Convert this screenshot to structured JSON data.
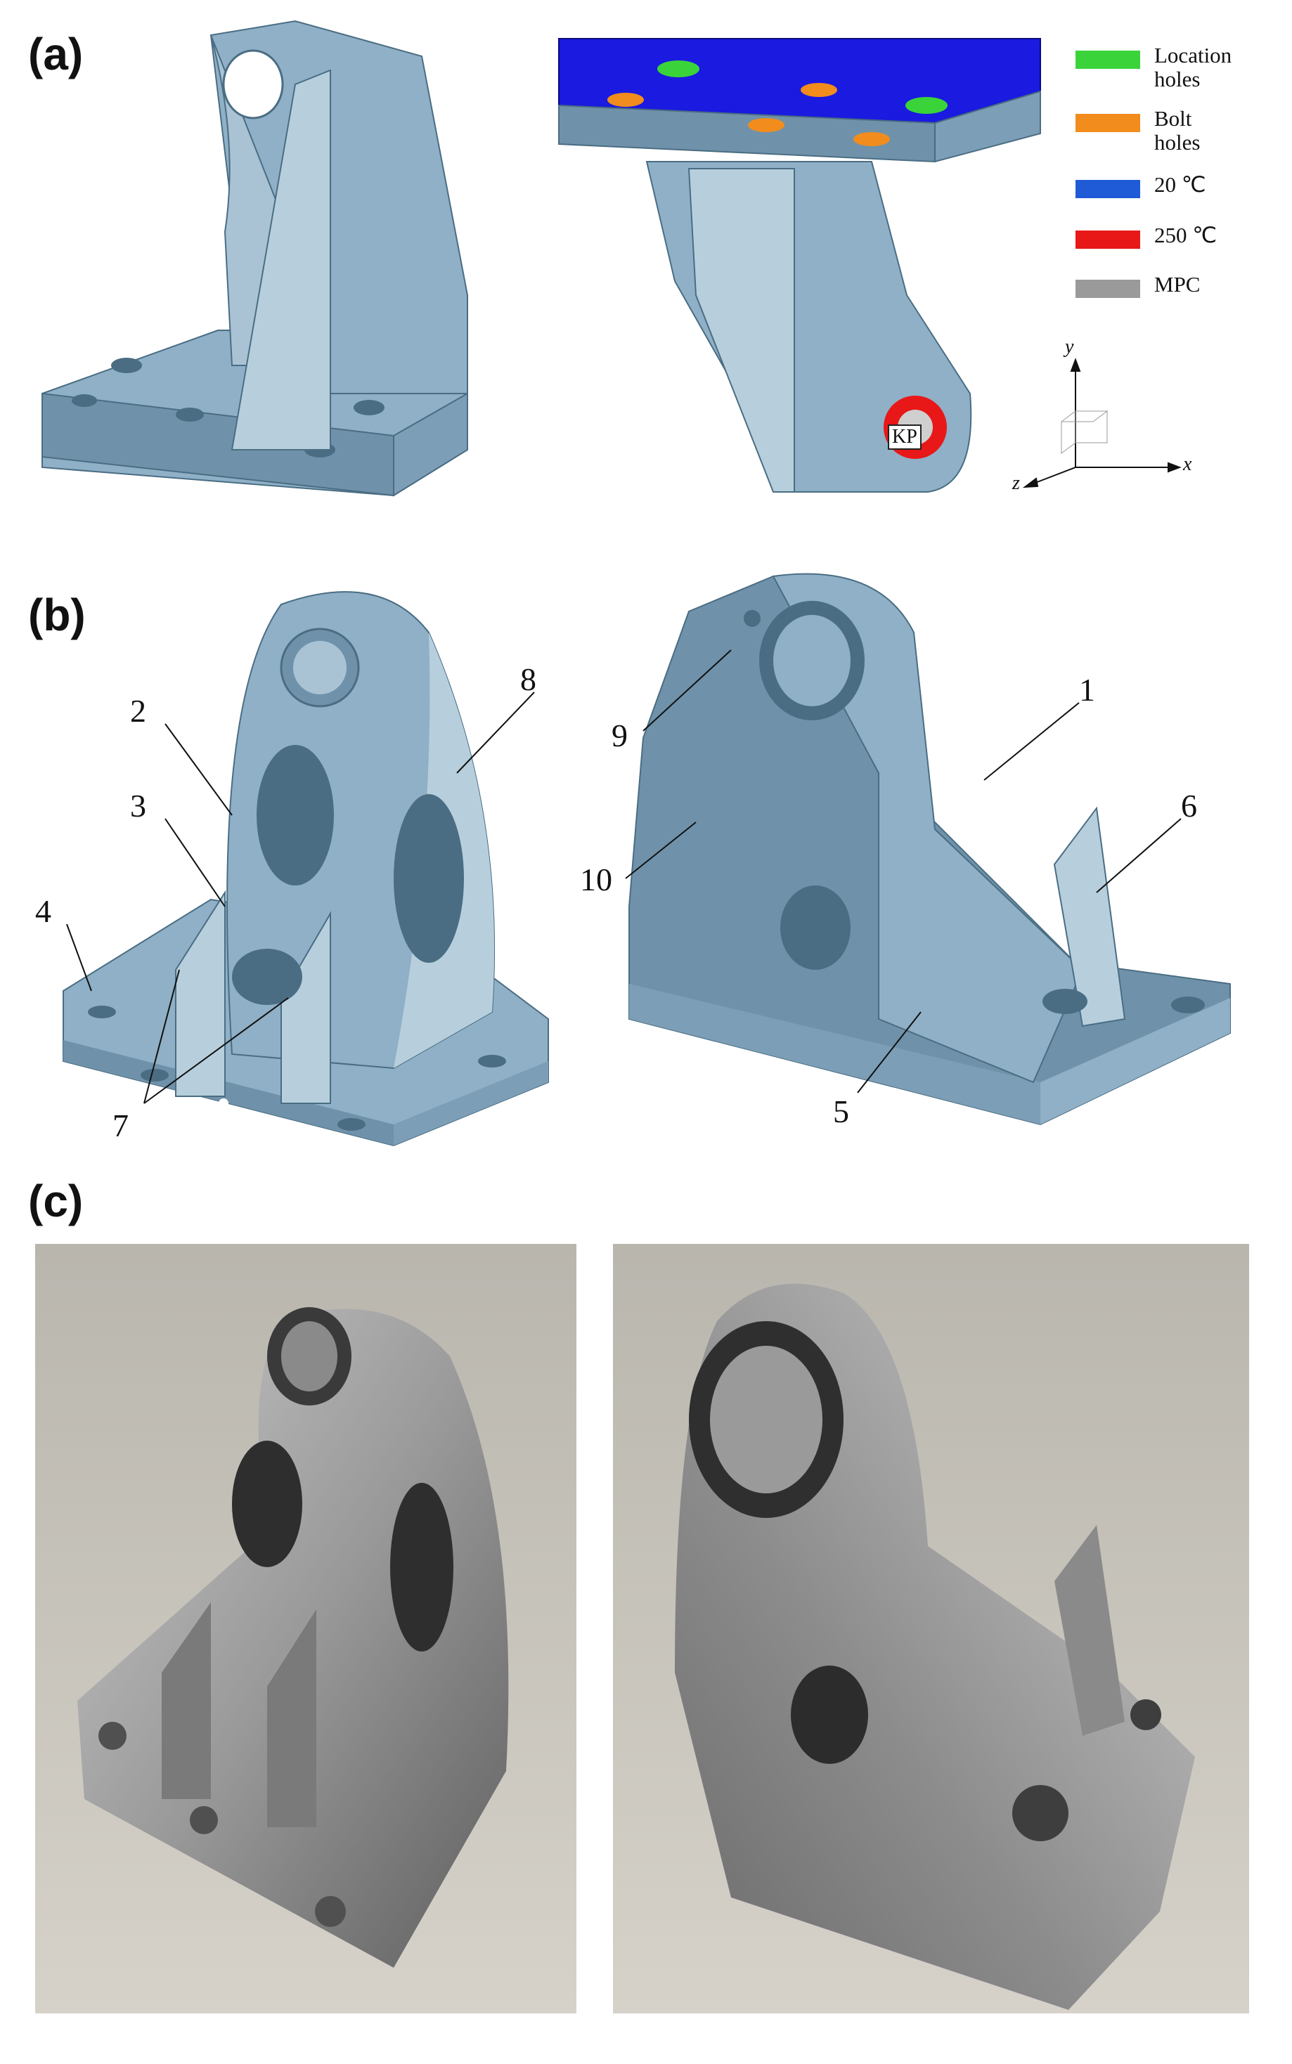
{
  "panels": {
    "a": "(a)",
    "b": "(b)",
    "c": "(c)"
  },
  "legend": [
    {
      "label": "Location\nholes",
      "color": "#3ad43a"
    },
    {
      "label": "Bolt\nholes",
      "color": "#f28c1c"
    },
    {
      "label": "20 ℃",
      "color": "#1f5bd6"
    },
    {
      "label": "250 ℃",
      "color": "#e81818"
    },
    {
      "label": "MPC",
      "color": "#9a9a9a"
    }
  ],
  "kp_label": "KP",
  "axes": {
    "x": "x",
    "y": "y",
    "z": "z"
  },
  "callouts": {
    "n1": "1",
    "n2": "2",
    "n3": "3",
    "n4": "4",
    "n5": "5",
    "n6": "6",
    "n7": "7",
    "n8": "8",
    "n9": "9",
    "n10": "10"
  },
  "colors": {
    "part_fill": "#8fb0c6",
    "part_shade": "#6f92aa",
    "part_light": "#b7cfdd",
    "top_face": "#1a1ae0",
    "metal": "#9d9d9d",
    "metal_dark": "#6e6e6e"
  }
}
